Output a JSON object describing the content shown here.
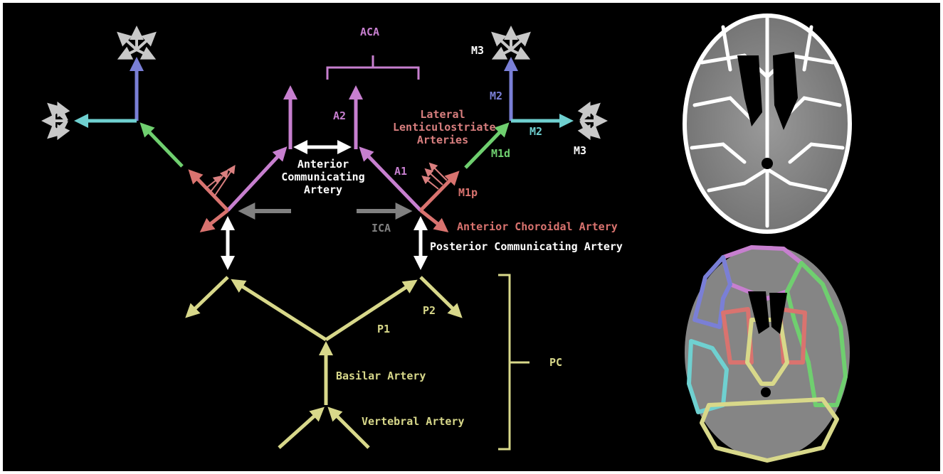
{
  "labels": {
    "aca": "ACA",
    "a2": "A2",
    "a1": "A1",
    "lateral_lenticulostriate": "Lateral Lenticulostriate Arteries",
    "anterior_communicating": "Anterior Communicating Artery",
    "m3_top": "M3",
    "m2_vertical": "M2",
    "m2_horizontal": "M2",
    "m3_right": "M3",
    "m1d": "M1d",
    "m1p": "M1p",
    "anterior_choroidal": "Anterior Choroidal Artery",
    "ica": "ICA",
    "posterior_communicating": "Posterior Communicating Artery",
    "p1": "P1",
    "p2": "P2",
    "pc": "PC",
    "basilar": "Basilar Artery",
    "vertebral": "Vertebral Artery"
  },
  "colors": {
    "background": "#000000",
    "aca": "#c77fcf",
    "lenticulostriate": "#d97f7f",
    "m1p": "#d9736f",
    "m1d": "#6fcf6f",
    "m2_vertical": "#7a7fd6",
    "m2_horizontal": "#6fd0d0",
    "m3": "#c8c8c8",
    "ica": "#808080",
    "communicating": "#ffffff",
    "posterior": "#d8d88a"
  },
  "images": {
    "top": "axial-ct-brain-vessel-mask",
    "bottom": "axial-ct-brain-territory-overlay"
  }
}
